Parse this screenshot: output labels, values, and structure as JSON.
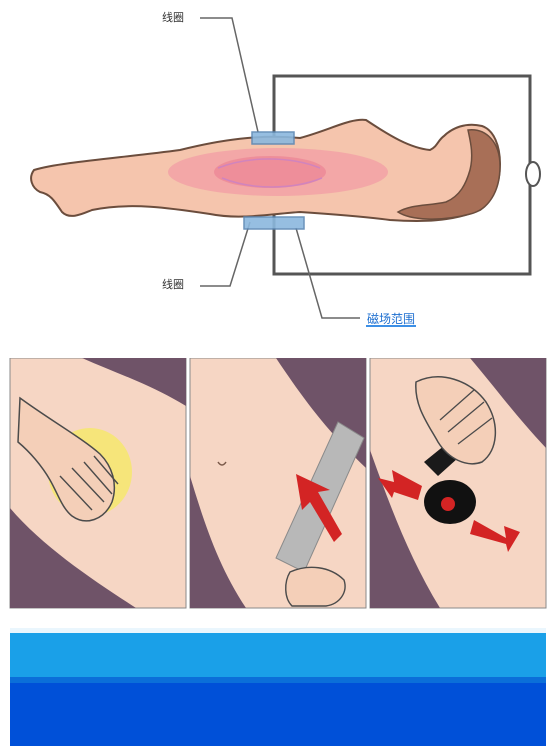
{
  "labels": {
    "top": "线圈",
    "bottom": "线圈",
    "blue": "磁场范围"
  },
  "colors": {
    "skin": "#f5c5ad",
    "skin_outline": "#6b4d3d",
    "hair": "#a86f57",
    "pink_field": "#f08ea2",
    "coil_blue": "#8bb8de",
    "purple": "#6f5368",
    "yellow": "#f6e676",
    "red_arrow": "#d32424",
    "band_light": "#1aa0e8",
    "band_dark": "#0050d8"
  },
  "icons": {
    "panel_1": "hand-massage-icon",
    "panel_2": "tape-with-arrow-icon",
    "panel_3": "black-pad-with-arrows-icon"
  }
}
